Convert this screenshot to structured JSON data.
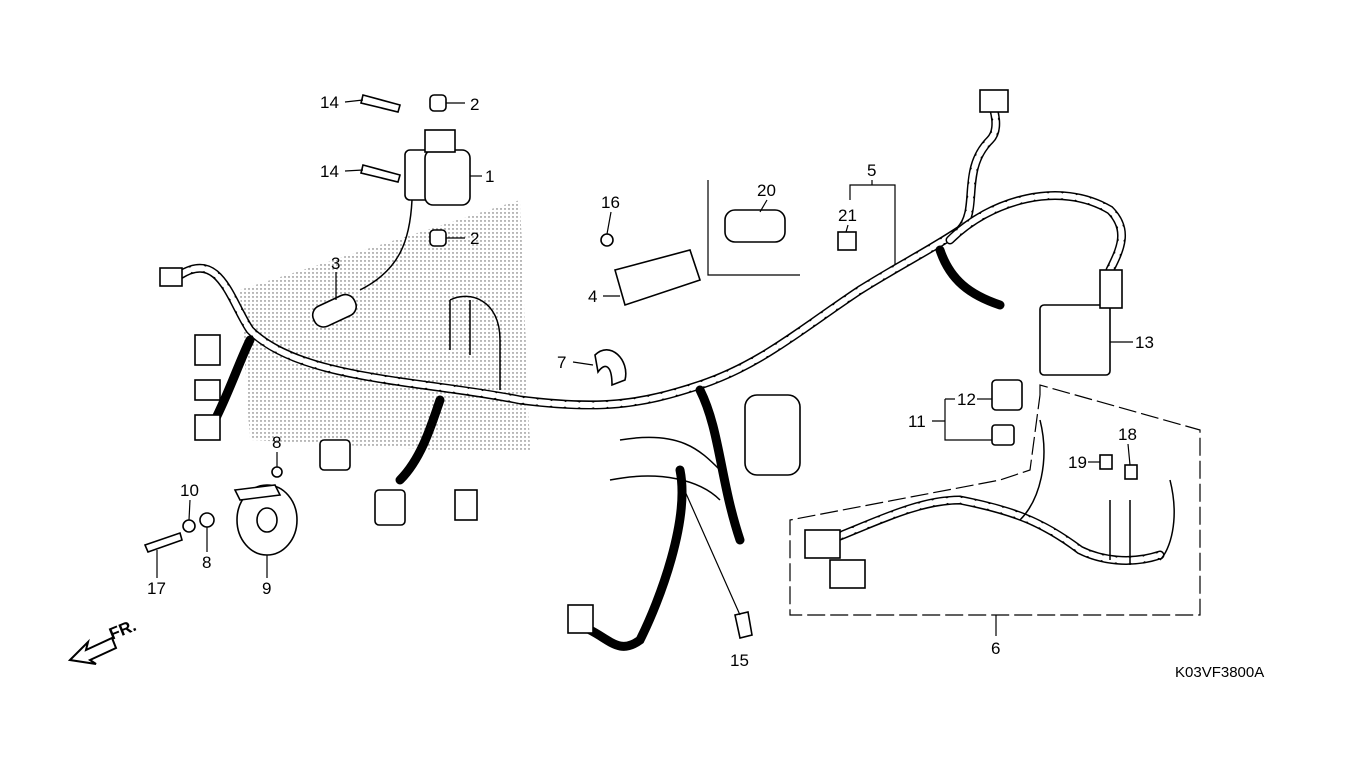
{
  "diagram": {
    "callouts": [
      {
        "id": "callout-14a",
        "text": "14"
      },
      {
        "id": "callout-2a",
        "text": "2"
      },
      {
        "id": "callout-14b",
        "text": "14"
      },
      {
        "id": "callout-1",
        "text": "1"
      },
      {
        "id": "callout-2b",
        "text": "2"
      },
      {
        "id": "callout-3",
        "text": "3"
      },
      {
        "id": "callout-16",
        "text": "16"
      },
      {
        "id": "callout-4",
        "text": "4"
      },
      {
        "id": "callout-20",
        "text": "20"
      },
      {
        "id": "callout-5",
        "text": "5"
      },
      {
        "id": "callout-21",
        "text": "21"
      },
      {
        "id": "callout-7",
        "text": "7"
      },
      {
        "id": "callout-13",
        "text": "13"
      },
      {
        "id": "callout-12",
        "text": "12"
      },
      {
        "id": "callout-11",
        "text": "11"
      },
      {
        "id": "callout-18",
        "text": "18"
      },
      {
        "id": "callout-19",
        "text": "19"
      },
      {
        "id": "callout-8a",
        "text": "8"
      },
      {
        "id": "callout-10",
        "text": "10"
      },
      {
        "id": "callout-8b",
        "text": "8"
      },
      {
        "id": "callout-17",
        "text": "17"
      },
      {
        "id": "callout-9",
        "text": "9"
      },
      {
        "id": "callout-15",
        "text": "15"
      },
      {
        "id": "callout-6",
        "text": "6"
      }
    ],
    "front_arrow_label": "FR.",
    "drawing_code": "K03VF3800A"
  }
}
